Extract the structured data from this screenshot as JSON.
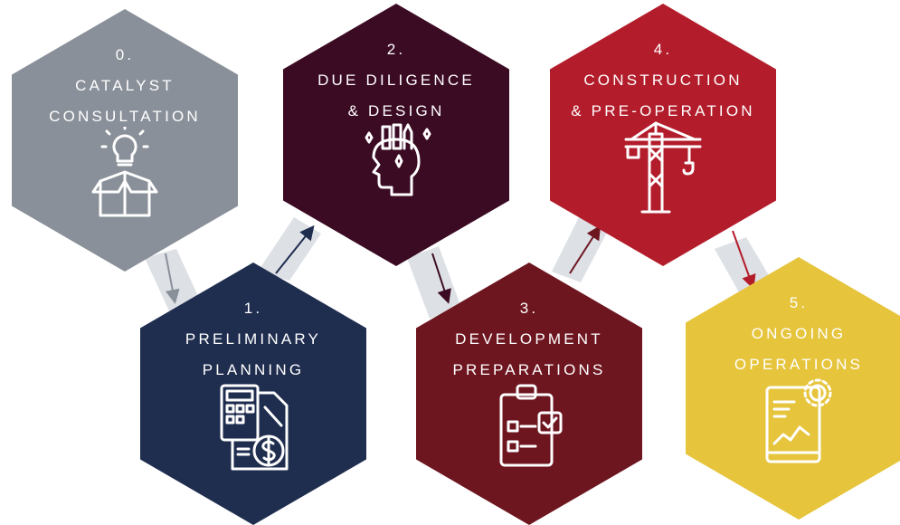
{
  "steps": [
    {
      "number": "0.",
      "line1": "CATALYST",
      "line2": "CONSULTATION",
      "icon": "lightbulb-box-icon",
      "color": "#8a9099"
    },
    {
      "number": "1.",
      "line1": "PRELIMINARY",
      "line2": "PLANNING",
      "icon": "calculator-dollar-document-icon",
      "color": "#1f2d4f"
    },
    {
      "number": "2.",
      "line1": "DUE DILIGENCE",
      "line2": "& DESIGN",
      "icon": "head-design-tools-icon",
      "color": "#3b0a23"
    },
    {
      "number": "3.",
      "line1": "DEVELOPMENT",
      "line2": "PREPARATIONS",
      "icon": "clipboard-checklist-icon",
      "color": "#6e1620"
    },
    {
      "number": "4.",
      "line1": "CONSTRUCTION",
      "line2": "& PRE-OPERATION",
      "icon": "tower-crane-icon",
      "color": "#b31d2b"
    },
    {
      "number": "5.",
      "line1": "ONGOING",
      "line2": "OPERATIONS",
      "icon": "tablet-chart-gear-icon",
      "color": "#e6c43c"
    }
  ],
  "connector_color": "#dde0e5"
}
